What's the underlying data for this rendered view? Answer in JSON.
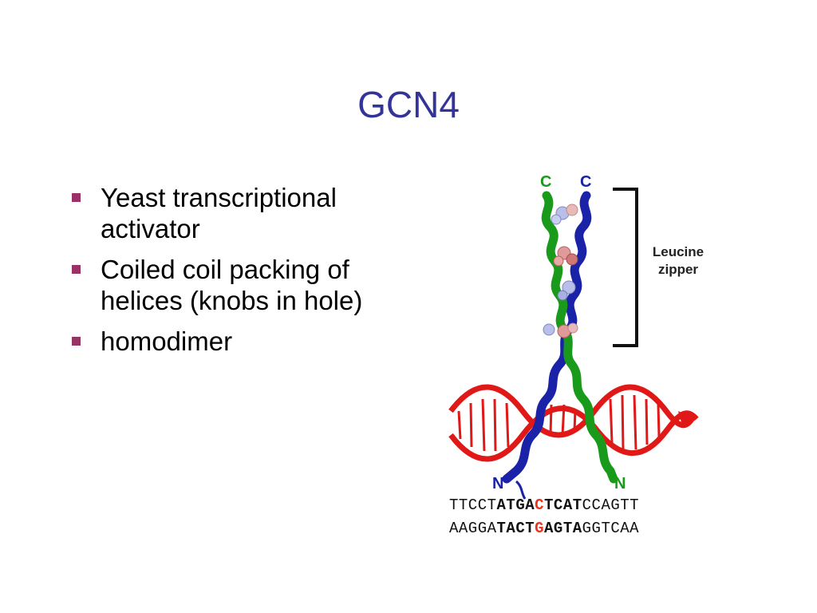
{
  "slide": {
    "title": "GCN4",
    "bullets": [
      "Yeast transcriptional activator",
      "Coiled coil packing of helices (knobs in hole)",
      "homodimer"
    ]
  },
  "figure": {
    "labels": {
      "top_left_c": "C",
      "top_right_c": "C",
      "bottom_left_n": "N",
      "bottom_right_n": "N",
      "zipper_line1": "Leucine",
      "zipper_line2": "zipper"
    },
    "sequence_top": {
      "prefix": "TTCCT",
      "bold1": "ATGA",
      "center": "C",
      "bold2": "TCAT",
      "suffix": "CCAGTT"
    },
    "sequence_bottom": {
      "prefix": "AAGGA",
      "bold1": "TACT",
      "center": "G",
      "bold2": "AGTA",
      "suffix": "GGTCAA"
    },
    "colors": {
      "chain_a": "#1a9a1a",
      "chain_b": "#1a22a8",
      "dna": "#e01818",
      "title": "#333399",
      "bullet": "#993366"
    }
  }
}
